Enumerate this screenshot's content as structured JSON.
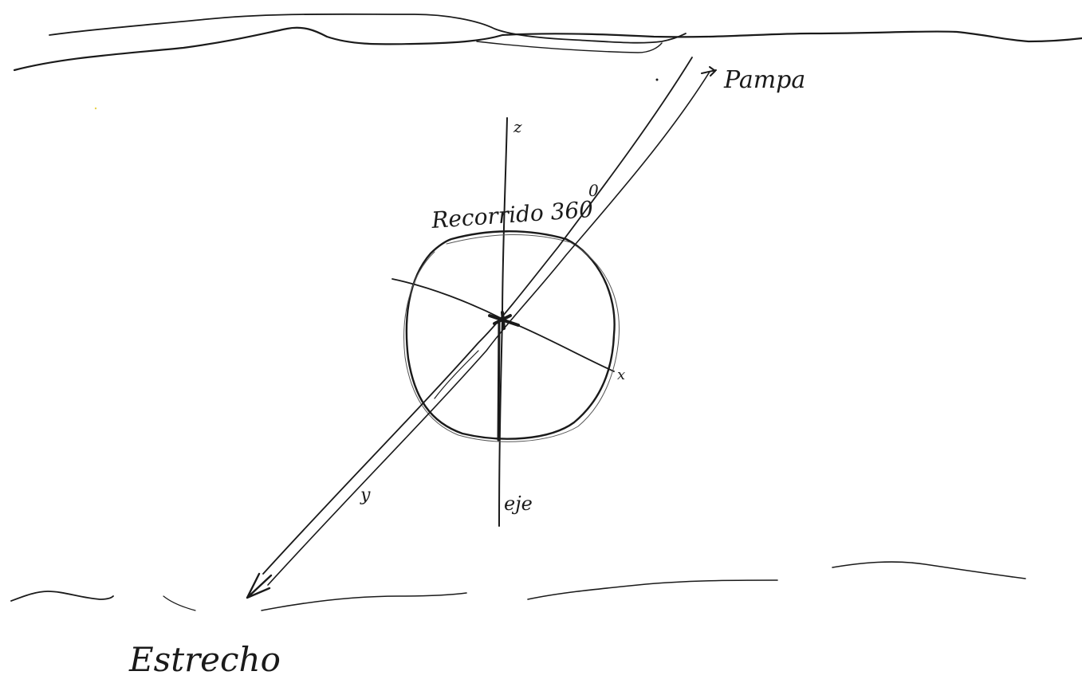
{
  "labels": {
    "pampa": "Pampa",
    "recorrido": "Recorrido 360",
    "angle_mark": "0",
    "axis_z": "z",
    "axis_x": "x",
    "axis_y": "y",
    "eje": "eje",
    "estrecho": "Estrecho"
  },
  "colors": {
    "ink": "#1a1a1a",
    "paper": "#ffffff"
  }
}
